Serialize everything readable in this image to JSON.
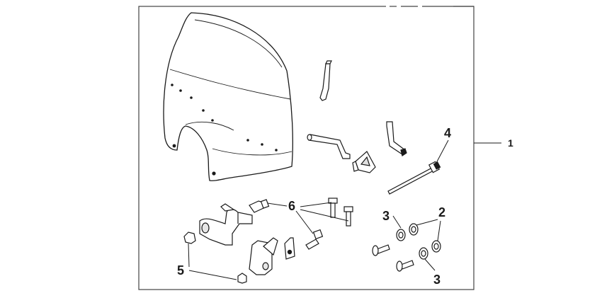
{
  "callouts": {
    "assembly": "1",
    "washer_a": "2",
    "rubber_top": "3",
    "rubber_bottom": "3",
    "tie_strap": "4",
    "nut": "5",
    "bolt": "6"
  },
  "colors": {
    "line": "#1a1a1a",
    "frame": "#444444",
    "part_fill": "#ffffff",
    "shade": "#d8d8d8"
  }
}
